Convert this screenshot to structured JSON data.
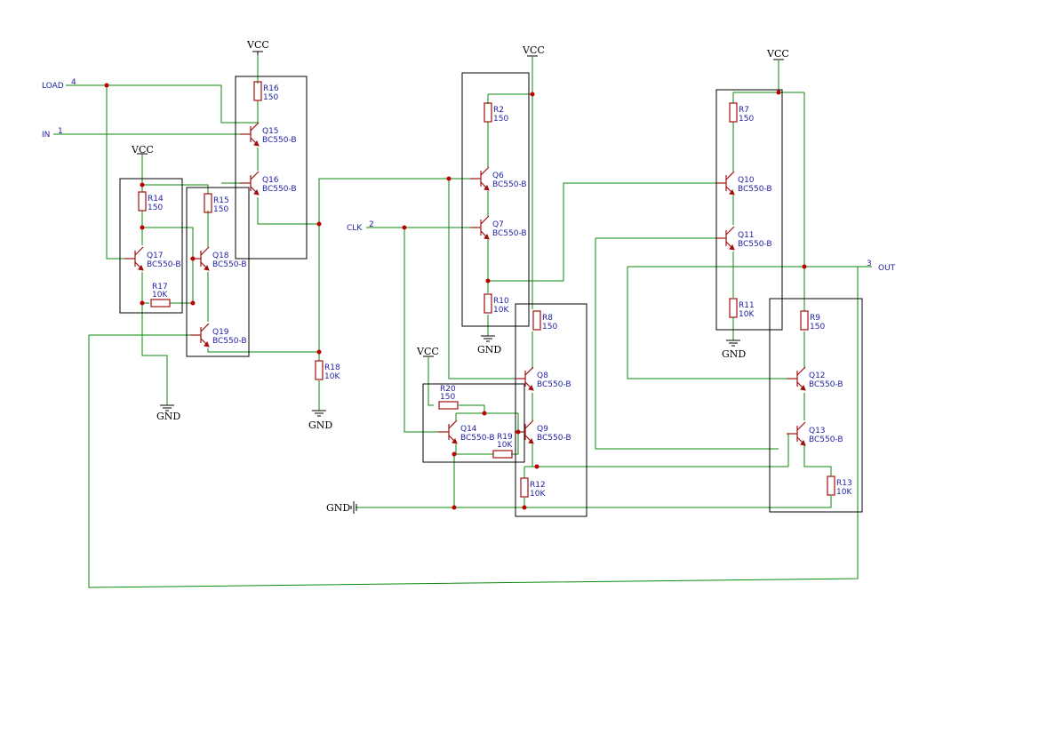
{
  "power": {
    "vcc": "VCC",
    "gnd": "GND"
  },
  "ports": {
    "load": {
      "name": "LOAD",
      "pin": "4"
    },
    "in": {
      "name": "IN",
      "pin": "1"
    },
    "clk": {
      "name": "CLK",
      "pin": "2"
    },
    "out": {
      "name": "OUT",
      "pin": "3"
    }
  },
  "transistor_model": "BC550-B",
  "transistors": [
    "Q6",
    "Q7",
    "Q8",
    "Q9",
    "Q10",
    "Q11",
    "Q12",
    "Q13",
    "Q14",
    "Q15",
    "Q16",
    "Q17",
    "Q18",
    "Q19"
  ],
  "resistors": {
    "R2": "150",
    "R7": "150",
    "R8": "150",
    "R9": "150",
    "R10": "10K",
    "R11": "10K",
    "R12": "10K",
    "R13": "10K",
    "R14": "150",
    "R15": "150",
    "R16": "150",
    "R17": "10K",
    "R18": "10K",
    "R19": "10K",
    "R20": "150"
  },
  "colors": {
    "wire": "#0a8a0a",
    "device": "#a01010",
    "label": "#1e1ea0",
    "junction": "#c00000"
  }
}
